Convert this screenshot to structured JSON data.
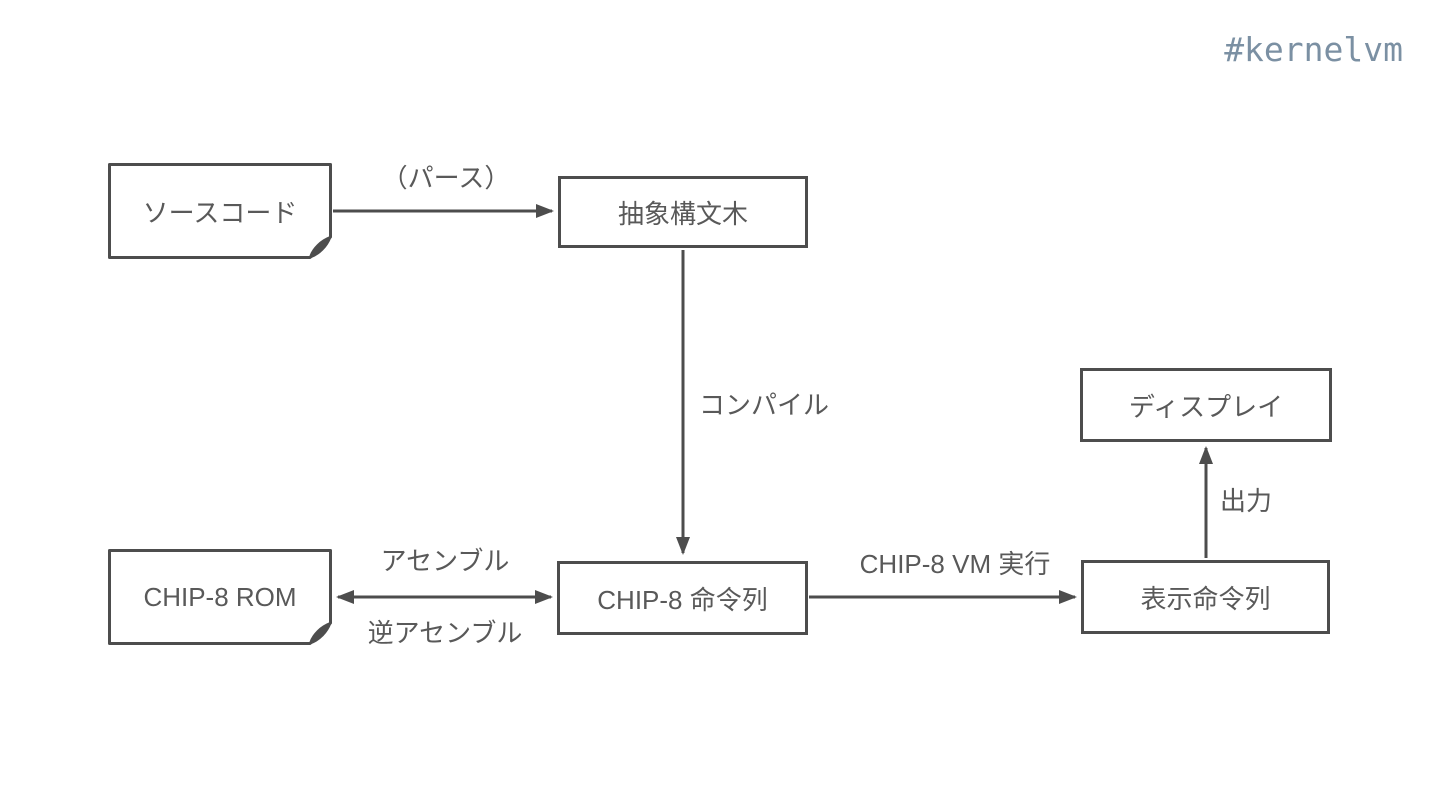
{
  "page": {
    "hashtag": "#kernelvm",
    "background": "#ffffff"
  },
  "colors": {
    "stroke": "#4d4d4d",
    "text": "#595959",
    "hashtag_text": "#7b90a3"
  },
  "diagram": {
    "nodes": {
      "source_code": {
        "label": "ソースコード",
        "shape": "document"
      },
      "ast": {
        "label": "抽象構文木",
        "shape": "rectangle"
      },
      "chip8_rom": {
        "label": "CHIP-8 ROM",
        "shape": "document"
      },
      "chip8_instructions": {
        "label": "CHIP-8 命令列",
        "shape": "rectangle"
      },
      "display_instructions": {
        "label": "表示命令列",
        "shape": "rectangle"
      },
      "display": {
        "label": "ディスプレイ",
        "shape": "rectangle"
      }
    },
    "edges": {
      "parse": {
        "label": "（パース）",
        "from": "source_code",
        "to": "ast",
        "direction": "right"
      },
      "compile": {
        "label": "コンパイル",
        "from": "ast",
        "to": "chip8_instructions",
        "direction": "down"
      },
      "assemble": {
        "label": "アセンブル",
        "from": "chip8_rom",
        "to": "chip8_instructions",
        "direction": "both"
      },
      "disassemble": {
        "label": "逆アセンブル",
        "from": "chip8_instructions",
        "to": "chip8_rom",
        "direction": "both"
      },
      "vm_run": {
        "label": "CHIP-8 VM 実行",
        "from": "chip8_instructions",
        "to": "display_instructions",
        "direction": "right"
      },
      "output": {
        "label": "出力",
        "from": "display_instructions",
        "to": "display",
        "direction": "up"
      }
    }
  }
}
